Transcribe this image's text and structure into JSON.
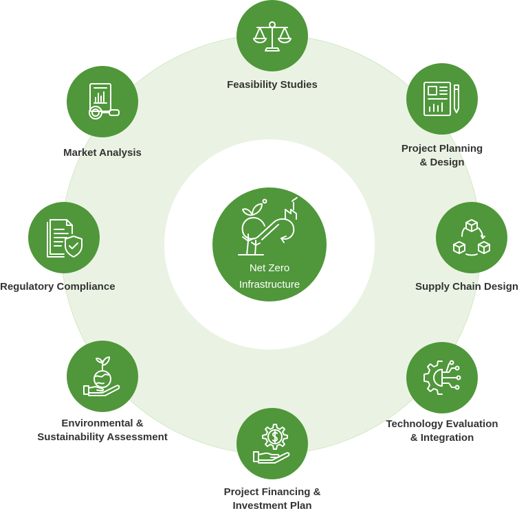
{
  "center": {
    "line1": "Net Zero",
    "line2": "Infrastructure",
    "icon": "circular-economy-icon"
  },
  "nodes": [
    {
      "id": "feasibility",
      "lines": [
        "Feasibility Studies"
      ],
      "icon": "balance-scale-icon"
    },
    {
      "id": "planning",
      "lines": [
        "Project Planning",
        "& Design"
      ],
      "icon": "document-pen-icon"
    },
    {
      "id": "supply",
      "lines": [
        "Supply Chain Design"
      ],
      "icon": "cubes-cycle-icon"
    },
    {
      "id": "technology",
      "lines": [
        "Technology Evaluation",
        "& Integration"
      ],
      "icon": "gear-circuit-icon"
    },
    {
      "id": "financing",
      "lines": [
        "Project Financing &",
        "Investment Plan"
      ],
      "icon": "dollar-gear-hand-icon"
    },
    {
      "id": "environmental",
      "lines": [
        "Environmental &",
        "Sustainability Assessment"
      ],
      "icon": "globe-hand-icon"
    },
    {
      "id": "regulatory",
      "lines": [
        "Regulatory Compliance"
      ],
      "icon": "document-shield-icon"
    },
    {
      "id": "market",
      "lines": [
        "Market Analysis"
      ],
      "icon": "magnifier-report-icon"
    }
  ],
  "colors": {
    "node": "#4f973a",
    "ring": "#eaf3e3",
    "label": "#333333"
  }
}
